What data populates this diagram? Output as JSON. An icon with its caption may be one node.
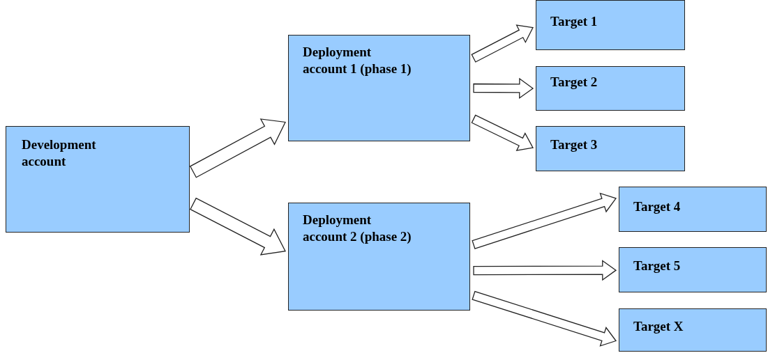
{
  "diagram": {
    "nodes": [
      {
        "text": [
          "Development account"
        ]
      },
      {
        "text": [
          "Deployment account 1 (phase 1)"
        ]
      },
      {
        "text": [
          "Deployment account 2 (phase 2)"
        ]
      },
      {
        "text": [
          "Target 1"
        ]
      },
      {
        "text": [
          "Target 2"
        ]
      },
      {
        "text": [
          "Target 3"
        ]
      },
      {
        "text": [
          "Target 4"
        ]
      },
      {
        "text": [
          "Target 5"
        ]
      },
      {
        "text": [
          "Target X"
        ]
      }
    ],
    "edges": [
      {
        "from": 0,
        "to": 1,
        "arrow": "to"
      },
      {
        "from": 0,
        "to": 2,
        "arrow": "to"
      },
      {
        "from": 1,
        "to": 3,
        "arrow": "to"
      },
      {
        "from": 1,
        "to": 4,
        "arrow": "to"
      },
      {
        "from": 1,
        "to": 5,
        "arrow": "to"
      },
      {
        "from": 2,
        "to": 6,
        "arrow": "to"
      },
      {
        "from": 2,
        "to": 7,
        "arrow": "to"
      },
      {
        "from": 2,
        "to": 8,
        "arrow": "to"
      }
    ]
  }
}
